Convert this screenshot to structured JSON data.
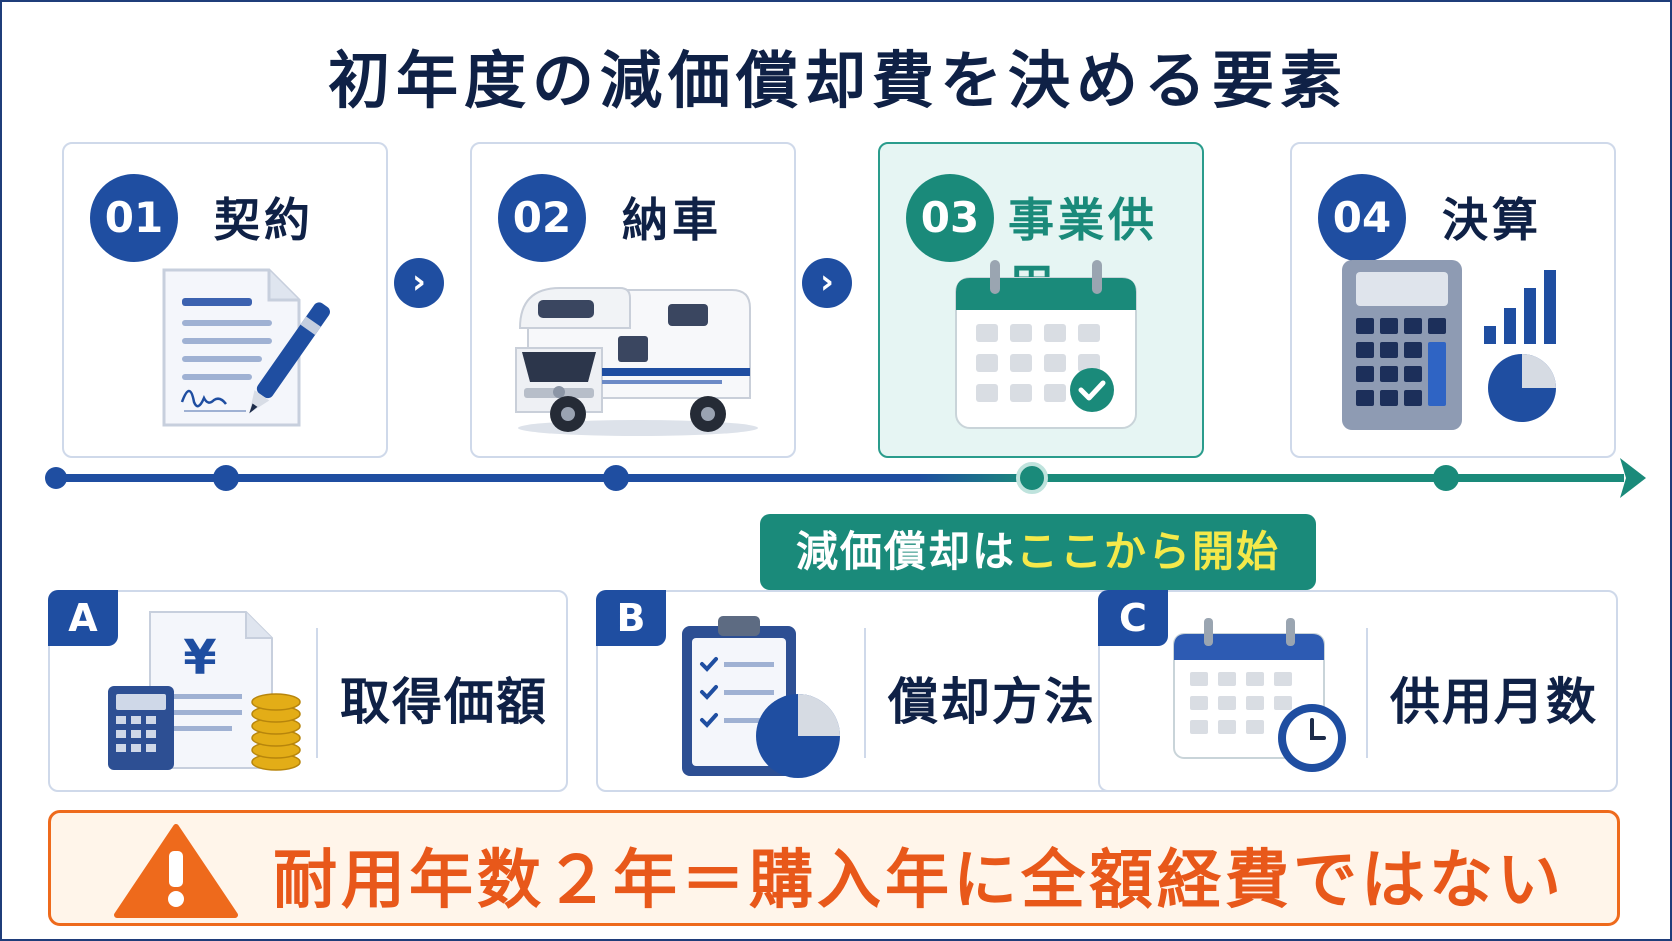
{
  "title": "初年度の減価償却費を決める要素",
  "steps": [
    {
      "num": "01",
      "label": "契約",
      "icon": "contract-pen-icon"
    },
    {
      "num": "02",
      "label": "納車",
      "icon": "camper-van-icon"
    },
    {
      "num": "03",
      "label": "事業供用",
      "icon": "calendar-check-icon"
    },
    {
      "num": "04",
      "label": "決算",
      "icon": "calculator-chart-icon"
    }
  ],
  "callout": {
    "prefix": "減価償却は",
    "highlight": "ここから開始"
  },
  "factors": [
    {
      "letter": "A",
      "label": "取得価額",
      "icon": "yen-document-coins-icon"
    },
    {
      "letter": "B",
      "label": "償却方法",
      "icon": "clipboard-pie-icon"
    },
    {
      "letter": "C",
      "label": "供用月数",
      "icon": "calendar-clock-icon"
    }
  ],
  "warning": {
    "text": "耐用年数２年＝購入年に全額経費ではない",
    "icon": "warning-triangle-icon"
  },
  "colors": {
    "navy": "#1f4ea1",
    "teal": "#1a8a7a",
    "orange": "#e8581a",
    "yellow": "#f4e94a"
  }
}
